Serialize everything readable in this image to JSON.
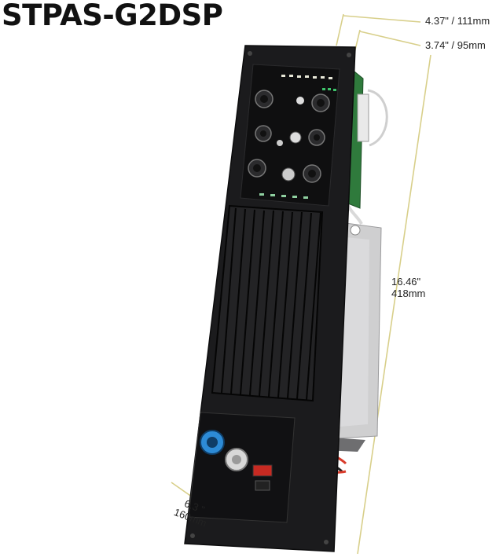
{
  "title": "STPAS-G2DSP",
  "dimensions": {
    "width_outer": "4.37\" / 111mm",
    "width_inner": "3.74\" / 95mm",
    "height_in": "16.46\"",
    "height_mm": "418mm",
    "depth_in": "6.3 \"",
    "depth_mm": "160mm"
  },
  "colors": {
    "dimension_line": "#d8cf8a",
    "panel": "#1b1b1d",
    "bracket": "#c9c9c9",
    "pcb": "#2f7a3c",
    "powercon_blue": "#2d8bd6"
  }
}
